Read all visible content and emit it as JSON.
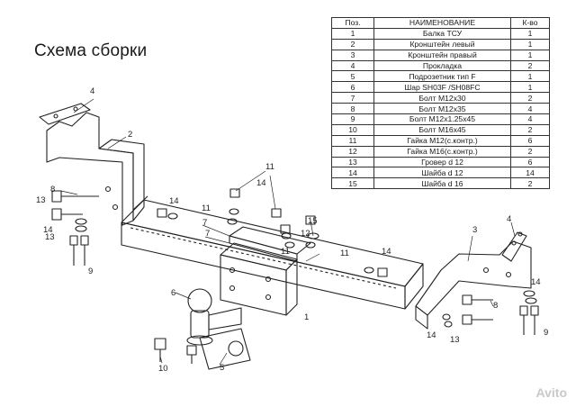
{
  "title": "Схема сборки",
  "table": {
    "headers": [
      "Поз.",
      "НАИМЕНОВАНИЕ",
      "К-во"
    ],
    "rows": [
      [
        "1",
        "Балка ТСУ",
        "1"
      ],
      [
        "2",
        "Кронштейн левый",
        "1"
      ],
      [
        "3",
        "Кронштейн правый",
        "1"
      ],
      [
        "4",
        "Прокладка",
        "2"
      ],
      [
        "5",
        "Подрозетник тип F",
        "1"
      ],
      [
        "6",
        "Шар SH03F /SH08FC",
        "1"
      ],
      [
        "7",
        "Болт М12х30",
        "2"
      ],
      [
        "8",
        "Болт М12х35",
        "4"
      ],
      [
        "9",
        "Болт М12х1.25х45",
        "4"
      ],
      [
        "10",
        "Болт М16х45",
        "2"
      ],
      [
        "11",
        "Гайка М12(с.контр.)",
        "6"
      ],
      [
        "12",
        "Гайка  М16(с.контр.)",
        "2"
      ],
      [
        "13",
        "Гровер d 12",
        "6"
      ],
      [
        "14",
        "Шайба d 12",
        "14"
      ],
      [
        "15",
        "Шайба d 16",
        "2"
      ]
    ]
  },
  "callouts": [
    "1",
    "2",
    "3",
    "4",
    "4",
    "5",
    "6",
    "7",
    "7",
    "8",
    "8",
    "9",
    "9",
    "10",
    "11",
    "11",
    "11",
    "11",
    "12",
    "13",
    "13",
    "13",
    "14",
    "14",
    "14",
    "14",
    "14",
    "14",
    "15"
  ],
  "watermark": "Avito"
}
